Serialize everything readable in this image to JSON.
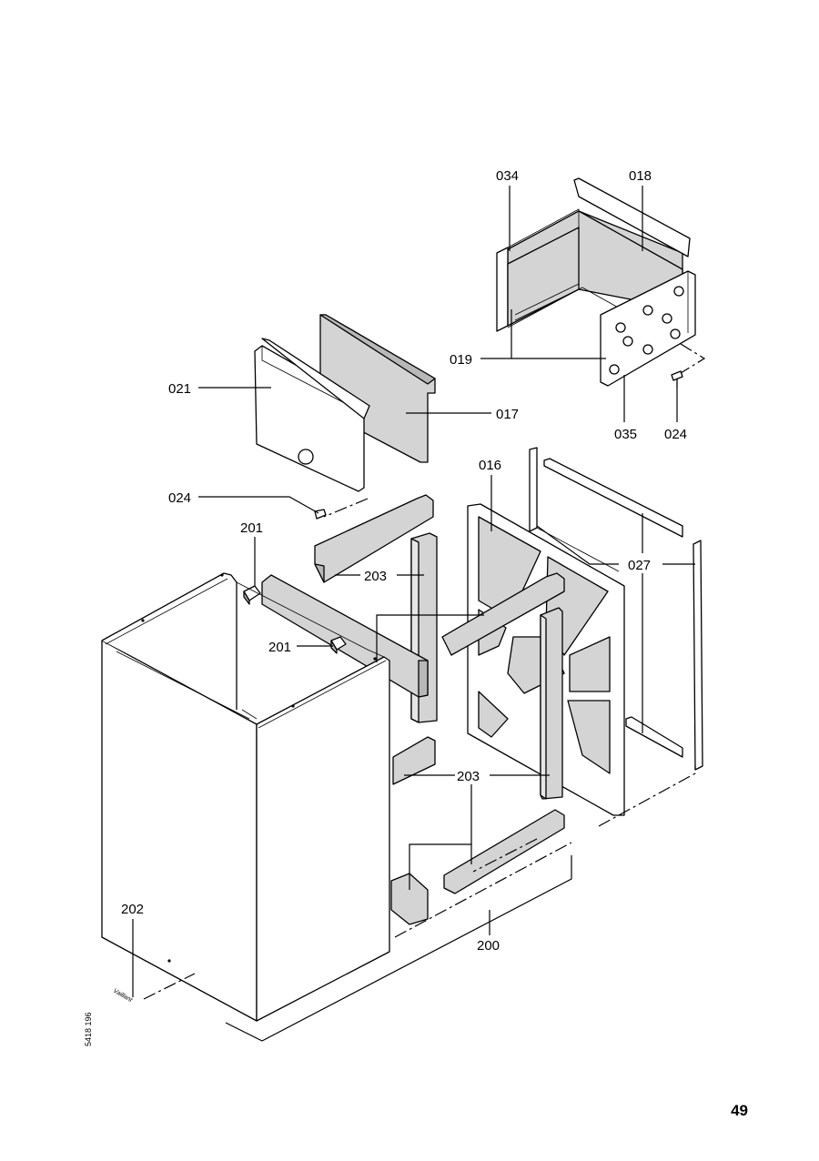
{
  "labels": {
    "p034": "034",
    "p018": "018",
    "p019": "019",
    "p035": "035",
    "p024a": "024",
    "p024b": "024",
    "p021": "021",
    "p017": "017",
    "p016": "016",
    "p027": "027",
    "p201a": "201",
    "p201b": "201",
    "p203a": "203",
    "p203b": "203",
    "p202": "202",
    "p200": "200"
  },
  "page_number": "49",
  "doc_code": "5418 196",
  "colors": {
    "panel_gray": "#d4d4d4",
    "line": "#000000"
  }
}
